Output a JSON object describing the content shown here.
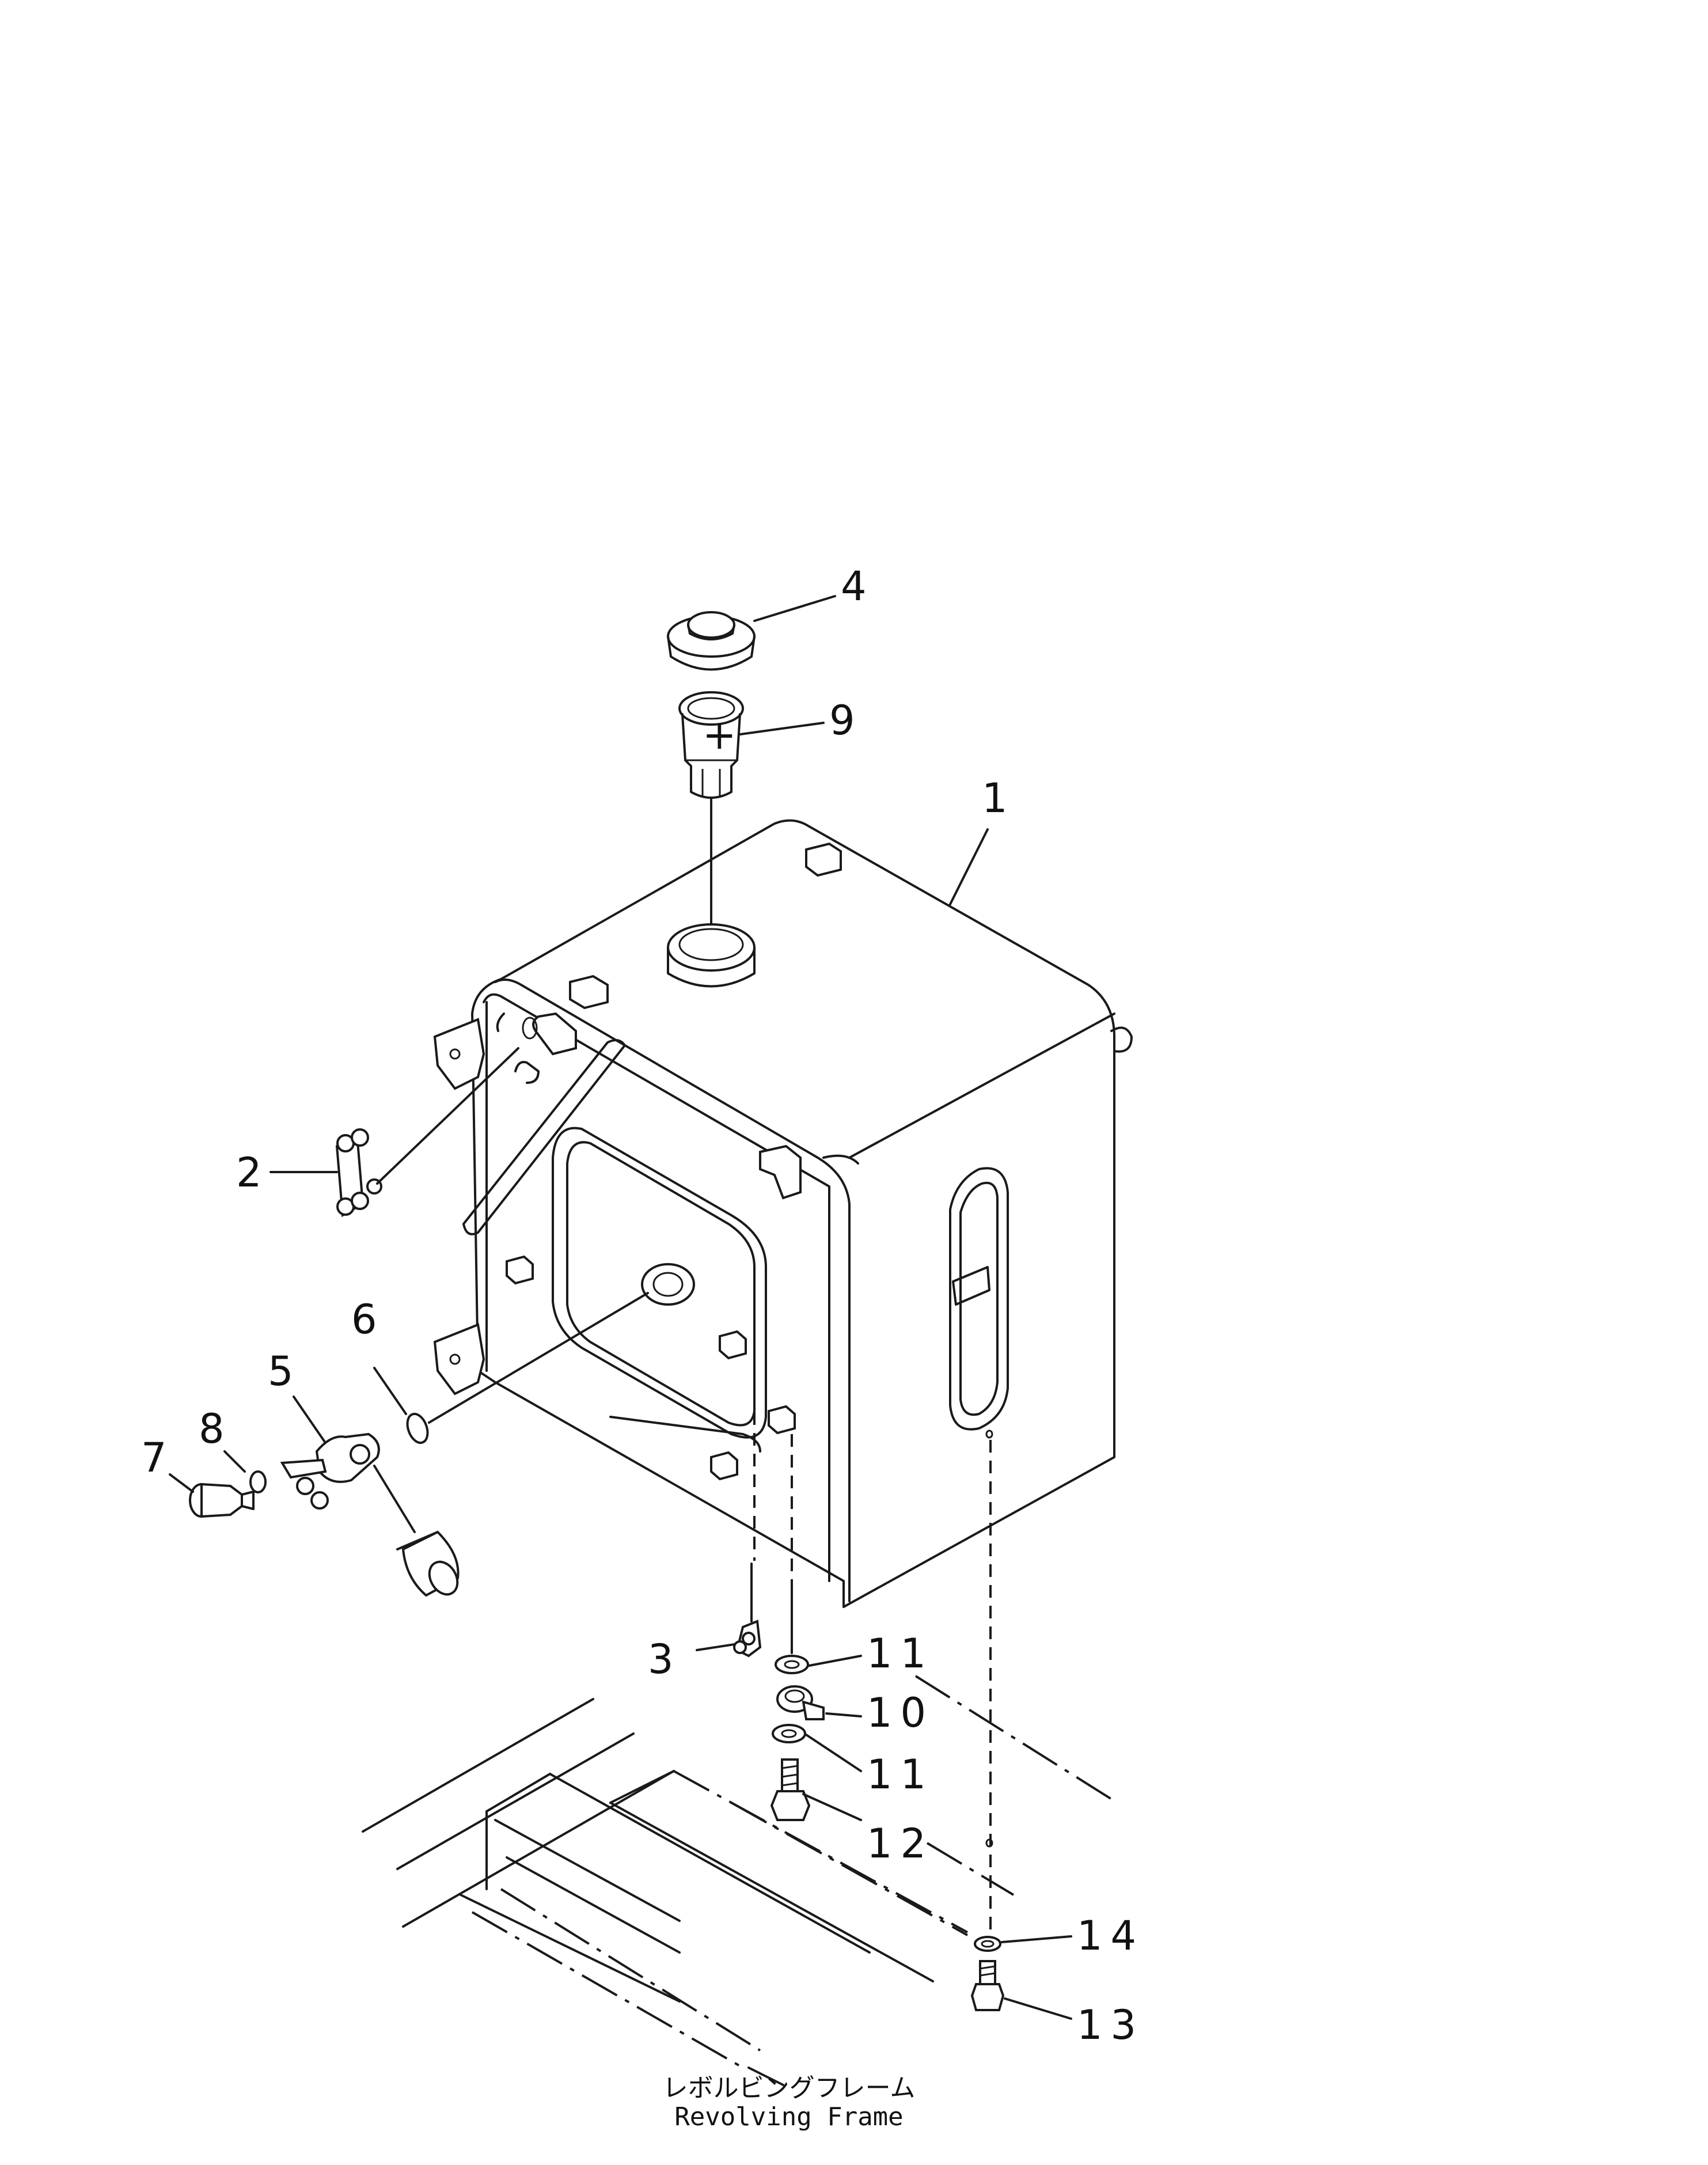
{
  "callouts": [
    {
      "id": "p1",
      "label": "1"
    },
    {
      "id": "p2",
      "label": "2"
    },
    {
      "id": "p3",
      "label": "3"
    },
    {
      "id": "p4",
      "label": "4"
    },
    {
      "id": "p5",
      "label": "5"
    },
    {
      "id": "p6",
      "label": "6"
    },
    {
      "id": "p7",
      "label": "7"
    },
    {
      "id": "p8",
      "label": "8"
    },
    {
      "id": "p9",
      "label": "9"
    },
    {
      "id": "p10",
      "label": "10"
    },
    {
      "id": "p11a",
      "label": "11"
    },
    {
      "id": "p11b",
      "label": "11"
    },
    {
      "id": "p12",
      "label": "12"
    },
    {
      "id": "p13",
      "label": "13"
    },
    {
      "id": "p14",
      "label": "14"
    }
  ],
  "caption": {
    "japanese": "レボルビングフレーム",
    "english": "Revolving Frame"
  }
}
